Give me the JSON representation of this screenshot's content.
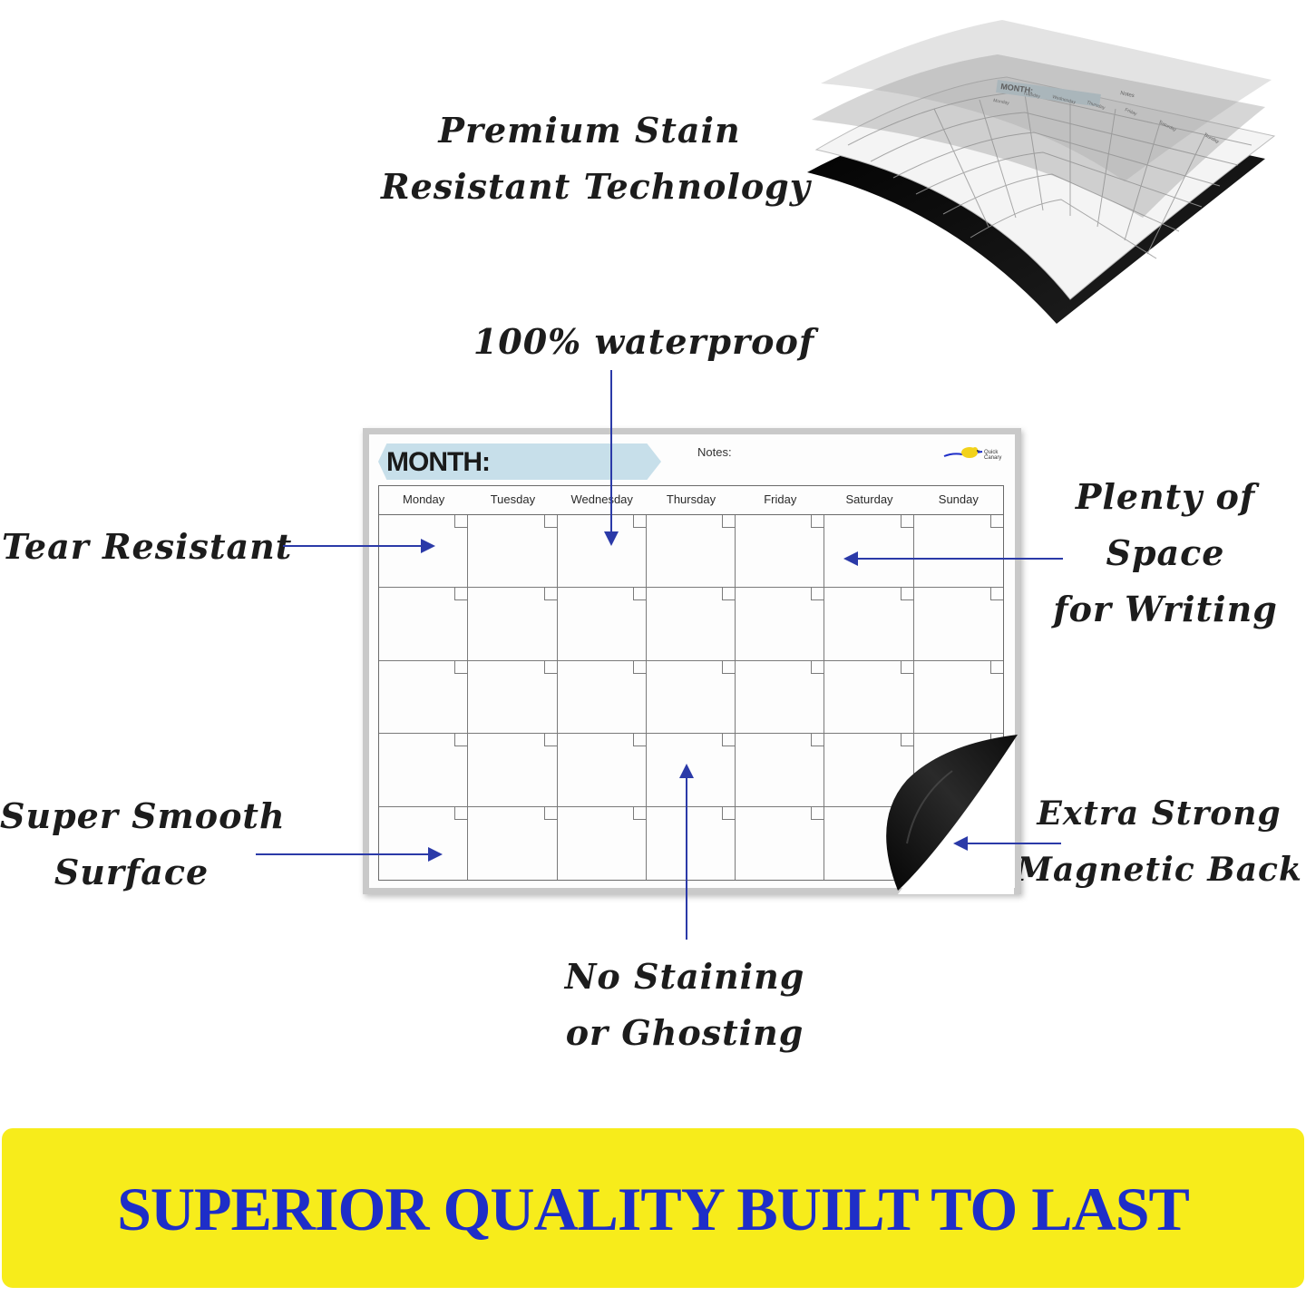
{
  "features": {
    "stain_resistant": [
      "Premium Stain",
      "Resistant Technology"
    ],
    "waterproof": [
      "100% waterproof"
    ],
    "tear_resistant": [
      "Tear Resistant"
    ],
    "writing_space": [
      "Plenty of",
      "Space",
      "for Writing"
    ],
    "smooth_surface": [
      "Super Smooth",
      "Surface"
    ],
    "magnetic_back": [
      "Extra Strong",
      "Magnetic Back"
    ],
    "no_staining": [
      "No Staining",
      "or Ghosting"
    ]
  },
  "calendar": {
    "month_label": "MONTH:",
    "notes_label": "Notes:",
    "days": [
      "Monday",
      "Tuesday",
      "Wednesday",
      "Thursday",
      "Friday",
      "Saturday",
      "Sunday"
    ],
    "logo_text": [
      "Quick",
      "Canary"
    ]
  },
  "layers_preview": {
    "month_label": "MONTH:",
    "notes_label": "Notes",
    "days": [
      "Monday",
      "Tuesday",
      "Wednesday",
      "Thursday",
      "Friday",
      "Saturday",
      "Sunday"
    ]
  },
  "banner": {
    "text": "SUPERIOR QUALITY BUILT TO LAST"
  },
  "colors": {
    "banner_bg": "#f7ec1b",
    "banner_text": "#1e2ec8",
    "arrow": "#2b3aa8",
    "month_banner": "#c7dfea",
    "magnet_black": "#111111"
  },
  "icons": {
    "logo": "canary-bird-icon"
  }
}
